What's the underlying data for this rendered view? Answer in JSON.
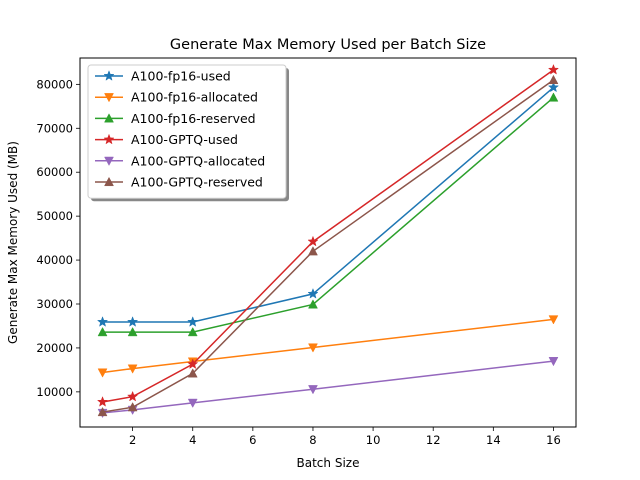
{
  "chart_data": {
    "type": "line",
    "title": "Generate Max Memory Used per Batch Size",
    "xlabel": "Batch Size",
    "ylabel": "Generate Max Memory Used (MB)",
    "x": [
      1,
      2,
      4,
      8,
      16
    ],
    "xlim": [
      0.25,
      16.75
    ],
    "ylim": [
      2000,
      86000
    ],
    "xticks": [
      2,
      4,
      6,
      8,
      10,
      12,
      14,
      16
    ],
    "xtick_labels": [
      "2",
      "4",
      "6",
      "8",
      "10",
      "12",
      "14",
      "16"
    ],
    "yticks": [
      10000,
      20000,
      30000,
      40000,
      50000,
      60000,
      70000,
      80000
    ],
    "ytick_labels": [
      "10000",
      "20000",
      "30000",
      "40000",
      "50000",
      "60000",
      "70000",
      "80000"
    ],
    "grid": false,
    "legend": "upper-left",
    "series": [
      {
        "name": "A100-fp16-used",
        "color": "#1f77b4",
        "marker": "star",
        "values": [
          25900,
          25900,
          25900,
          32300,
          79300
        ]
      },
      {
        "name": "A100-fp16-allocated",
        "color": "#ff7f0e",
        "marker": "triangle-down",
        "values": [
          14400,
          15300,
          16900,
          20100,
          26500
        ]
      },
      {
        "name": "A100-fp16-reserved",
        "color": "#2ca02c",
        "marker": "triangle-up",
        "values": [
          23600,
          23600,
          23600,
          29900,
          77000
        ]
      },
      {
        "name": "A100-GPTQ-used",
        "color": "#d62728",
        "marker": "star",
        "values": [
          7700,
          8900,
          16300,
          44200,
          83300
        ]
      },
      {
        "name": "A100-GPTQ-allocated",
        "color": "#9467bd",
        "marker": "triangle-down",
        "values": [
          5200,
          5900,
          7500,
          10600,
          17000
        ]
      },
      {
        "name": "A100-GPTQ-reserved",
        "color": "#8c564b",
        "marker": "triangle-up",
        "values": [
          5400,
          6500,
          14200,
          42000,
          81000
        ]
      }
    ]
  }
}
